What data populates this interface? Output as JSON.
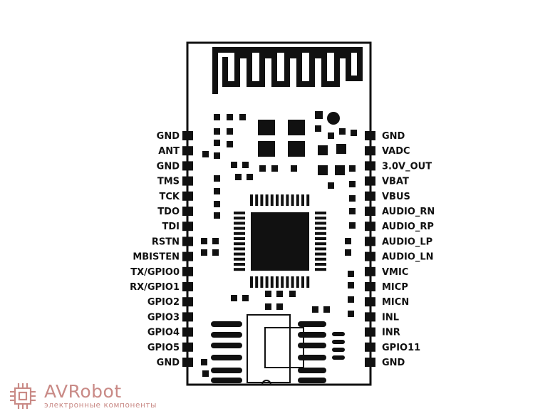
{
  "module": {
    "left_pins": [
      "GND",
      "ANT",
      "GND",
      "TMS",
      "TCK",
      "TDO",
      "TDI",
      "RSTN",
      "MBISTEN",
      "TX/GPIO0",
      "RX/GPIO1",
      "GPIO2",
      "GPIO3",
      "GPIO4",
      "GPIO5",
      "GND"
    ],
    "right_pins": [
      "GND",
      "VADC",
      "3.0V_OUT",
      "VBAT",
      "VBUS",
      "AUDIO_RN",
      "AUDIO_RP",
      "AUDIO_LP",
      "AUDIO_LN",
      "VMIC",
      "MICP",
      "MICN",
      "INL",
      "INR",
      "GPIO11",
      "GND"
    ],
    "line_color": "#111111"
  },
  "watermark": {
    "brand": "AVRobot",
    "tagline": "электронные компоненты",
    "color": "#c98a86"
  }
}
